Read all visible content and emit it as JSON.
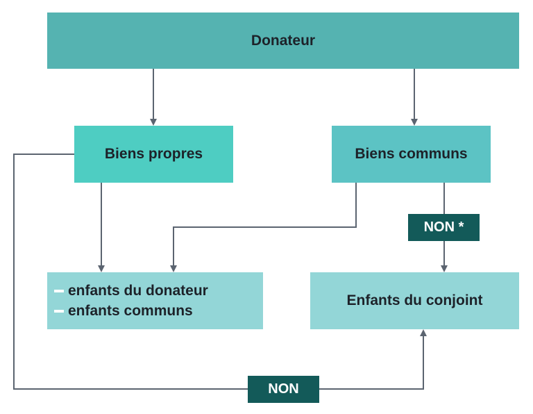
{
  "colors": {
    "connector": "#5b6470",
    "donateur_box": "#55b3b1",
    "biens_propres_box": "#4ecdc2",
    "biens_communs_box": "#5cc3c4",
    "enfants_box": "#93d6d7",
    "tag": "#135a59",
    "text_dark": "#1d2229",
    "text_light": "#ffffff"
  },
  "nodes": {
    "donateur": "Donateur",
    "biens_propres": "Biens propres",
    "biens_communs": "Biens communs",
    "enfants_donateur": {
      "items": [
        "enfants du donateur",
        "enfants communs"
      ]
    },
    "enfants_conjoint": "Enfants du conjoint"
  },
  "labels": {
    "non_star": "NON *",
    "non": "NON"
  }
}
